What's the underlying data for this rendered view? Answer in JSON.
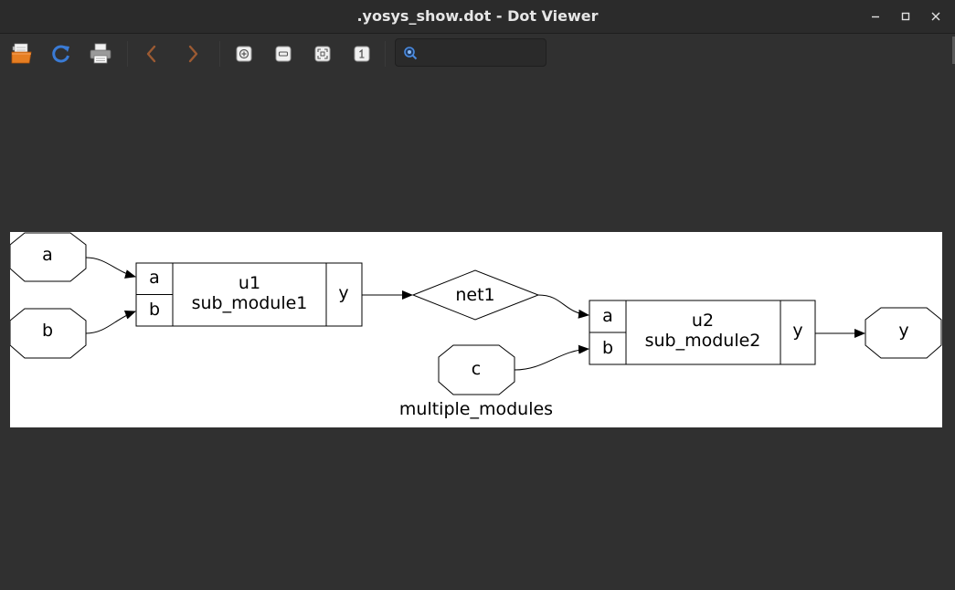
{
  "window": {
    "title": ".yosys_show.dot - Dot Viewer",
    "controls": [
      "minimize",
      "maximize",
      "close"
    ]
  },
  "toolbar": {
    "buttons": [
      {
        "name": "open-file",
        "icon": "folder-open-icon"
      },
      {
        "name": "reload",
        "icon": "reload-icon"
      },
      {
        "name": "print",
        "icon": "printer-icon"
      },
      {
        "name": "back",
        "icon": "chevron-left-icon"
      },
      {
        "name": "forward",
        "icon": "chevron-right-icon"
      },
      {
        "name": "zoom-in",
        "icon": "zoom-in-icon"
      },
      {
        "name": "zoom-out",
        "icon": "zoom-out-icon"
      },
      {
        "name": "zoom-fit",
        "icon": "zoom-fit-icon"
      },
      {
        "name": "zoom-100",
        "icon": "zoom-100-icon"
      }
    ],
    "search": {
      "value": "",
      "placeholder": "",
      "icon": "search-icon"
    }
  },
  "graph": {
    "caption": "multiple_modules",
    "inputs": [
      "a",
      "b",
      "c"
    ],
    "outputs": [
      "y"
    ],
    "net": "net1",
    "cells": [
      {
        "name": "u1",
        "type": "sub_module1",
        "in_ports": [
          "a",
          "b"
        ],
        "out_port": "y"
      },
      {
        "name": "u2",
        "type": "sub_module2",
        "in_ports": [
          "a",
          "b"
        ],
        "out_port": "y"
      }
    ]
  },
  "colors": {
    "background": "#303030",
    "titlebar": "#2b2b2b",
    "graph_bg": "#ffffff",
    "accent_blue": "#3a7bd5",
    "nav_arrow": "#9c5a32"
  }
}
